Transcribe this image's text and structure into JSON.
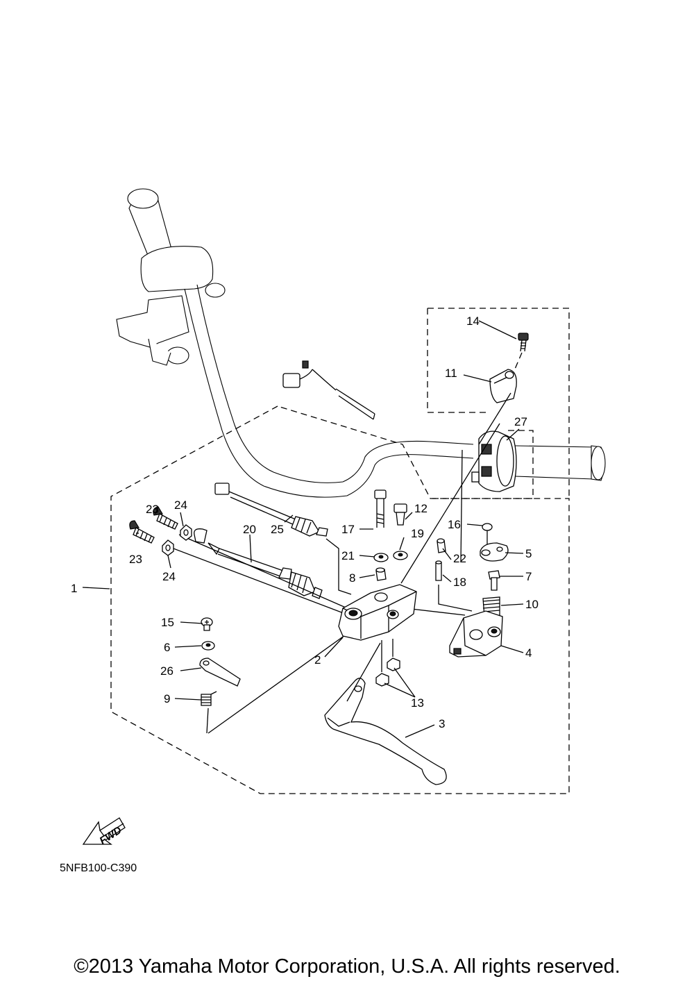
{
  "diagram": {
    "diagram_code": "5NFB100-C390",
    "fwd_label": "FWD",
    "copyright": "©2013 Yamaha Motor Corporation, U.S.A. All rights reserved.",
    "callouts": [
      {
        "label": "1"
      },
      {
        "label": "2"
      },
      {
        "label": "3"
      },
      {
        "label": "4"
      },
      {
        "label": "5"
      },
      {
        "label": "6"
      },
      {
        "label": "7"
      },
      {
        "label": "8"
      },
      {
        "label": "9"
      },
      {
        "label": "10"
      },
      {
        "label": "11"
      },
      {
        "label": "12"
      },
      {
        "label": "13"
      },
      {
        "label": "14"
      },
      {
        "label": "15"
      },
      {
        "label": "16"
      },
      {
        "label": "17"
      },
      {
        "label": "18"
      },
      {
        "label": "19"
      },
      {
        "label": "20"
      },
      {
        "label": "21"
      },
      {
        "label": "22"
      },
      {
        "label": "23"
      },
      {
        "label": "23"
      },
      {
        "label": "24"
      },
      {
        "label": "24"
      },
      {
        "label": "25"
      },
      {
        "label": "26"
      },
      {
        "label": "27"
      }
    ]
  }
}
